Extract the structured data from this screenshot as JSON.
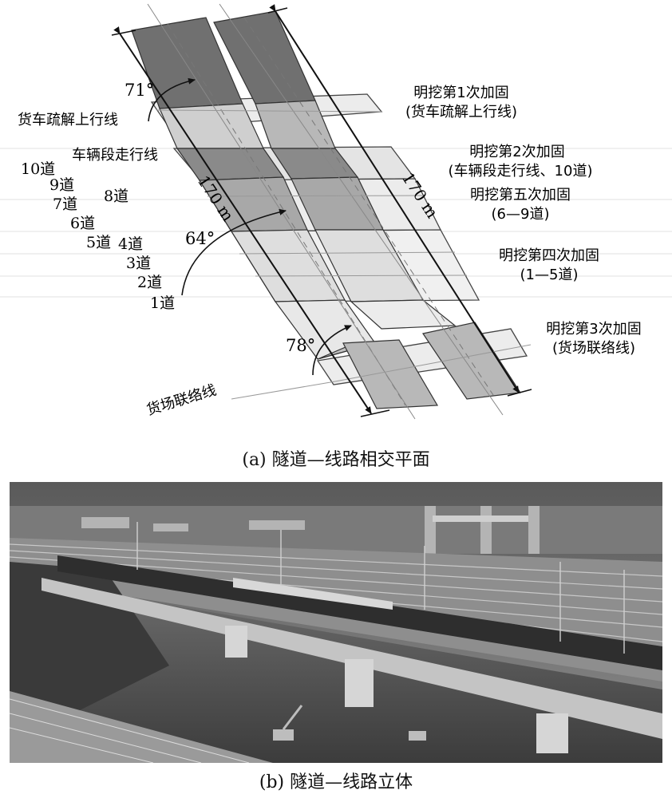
{
  "diagram": {
    "angles": [
      "71°",
      "64°",
      "78°"
    ],
    "lengths": [
      "170 m",
      "170 m"
    ],
    "lines": {
      "freight_up": "货车疏解上行线",
      "depot": "车辆段走行线",
      "freight_yard": "货场联络线"
    },
    "tracks": [
      "10道",
      "9道",
      "8道",
      "7道",
      "6道",
      "5道",
      "4道",
      "3道",
      "2道",
      "1道"
    ],
    "reinforcements": [
      {
        "title": "明挖第1次加固",
        "detail": "(货车疏解上行线)"
      },
      {
        "title": "明挖第2次加固",
        "detail": "(车辆段走行线、10道)"
      },
      {
        "title": "明挖第五次加固",
        "detail": "(6—9道)"
      },
      {
        "title": "明挖第四次加固",
        "detail": "(1—5道)"
      },
      {
        "title": "明挖第3次加固",
        "detail": "(货场联络线)"
      }
    ]
  },
  "captions": {
    "a": "(a) 隧道—线路相交平面",
    "b": "(b) 隧道—线路立体"
  },
  "colors": {
    "tunnel_dark": "#707070",
    "tunnel_mid": "#a8a8a8",
    "tunnel_light": "#d4d4d4",
    "band": "#ececec",
    "line": "#111111"
  }
}
